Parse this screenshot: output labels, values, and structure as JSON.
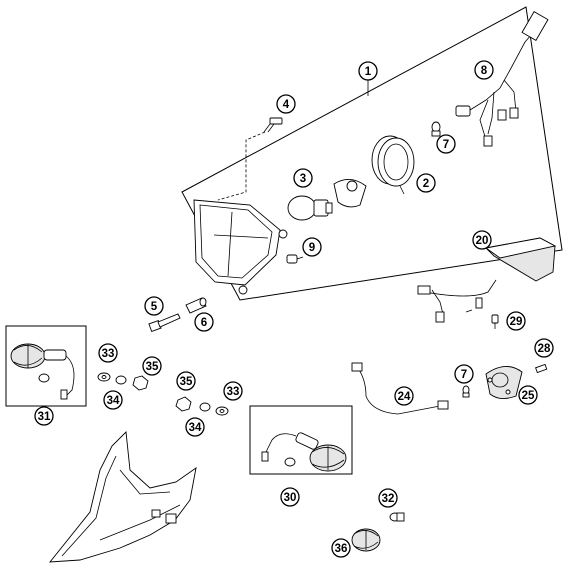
{
  "callouts": {
    "n1": "1",
    "n2": "2",
    "n3": "3",
    "n4": "4",
    "n5": "5",
    "n6": "6",
    "n7a": "7",
    "n7b": "7",
    "n8": "8",
    "n9": "9",
    "n20": "20",
    "n24": "24",
    "n25": "25",
    "n28": "28",
    "n29": "29",
    "n30": "30",
    "n31": "31",
    "n32": "32",
    "n33a": "33",
    "n33b": "33",
    "n34a": "34",
    "n34b": "34",
    "n35a": "35",
    "n35b": "35",
    "n36": "36"
  },
  "icons": {
    "headlight": "headlight-housing-icon",
    "bulb": "bulb-icon",
    "harness": "wiring-harness-icon",
    "indicator": "turn-indicator-icon",
    "taillight": "tail-light-icon",
    "fender": "rear-fender-icon"
  }
}
